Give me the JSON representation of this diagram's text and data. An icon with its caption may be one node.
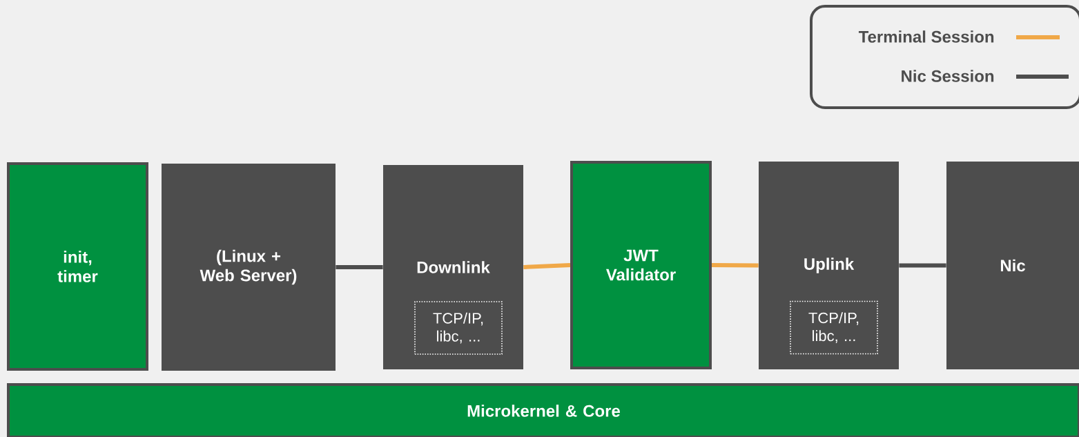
{
  "diagram": {
    "nodes": [
      {
        "text": [
          "init, timer"
        ]
      },
      {
        "text": [
          "(Linux + Web Server)"
        ]
      },
      {
        "text": [
          "Downlink"
        ]
      },
      {
        "text": [
          "TCP/IP, libc, ..."
        ],
        "in": 2
      },
      {
        "text": [
          "JWT Validator"
        ]
      },
      {
        "text": [
          "Uplink"
        ]
      },
      {
        "text": [
          "TCP/IP, libc, ..."
        ],
        "in": 5
      },
      {
        "text": [
          "Nic"
        ]
      },
      {
        "text": [
          "Microkernel & Core"
        ]
      }
    ],
    "edges": [
      {
        "from": 1,
        "to": 2,
        "arrow": "none",
        "color": "#4d4d4d"
      },
      {
        "from": 2,
        "to": 4,
        "arrow": "none",
        "color": "#f0a848"
      },
      {
        "from": 4,
        "to": 5,
        "arrow": "none",
        "color": "#f0a848"
      },
      {
        "from": 5,
        "to": 7,
        "arrow": "none",
        "color": "#4d4d4d"
      }
    ],
    "legend": [
      {
        "text": "Terminal Session"
      },
      {
        "text": "Nic Session"
      }
    ]
  }
}
